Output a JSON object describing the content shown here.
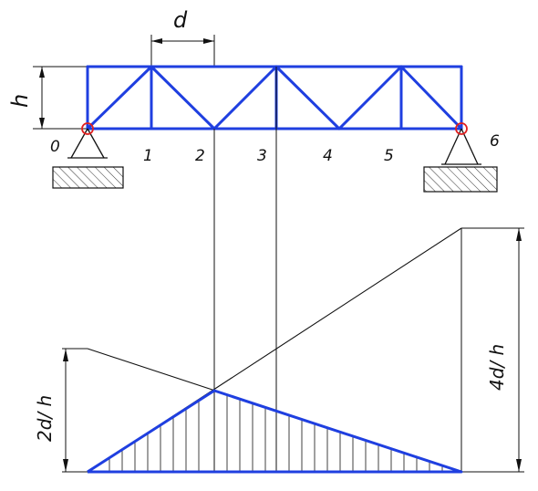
{
  "colors": {
    "truss": "#1f3fe0",
    "hinge": "#e02020",
    "ink": "#111111",
    "ground_fill": "#dddddd"
  },
  "labels": {
    "d": "d",
    "h": "h",
    "left_ordinate": "2d/ h",
    "right_ordinate": "4d/ h"
  },
  "nodes": [
    "0",
    "1",
    "2",
    "3",
    "4",
    "5",
    "6"
  ],
  "icons": {
    "left_support": "pin-support-icon",
    "right_support": "pin-support-icon",
    "left_ground": "hatched-ground-icon",
    "right_ground": "hatched-ground-icon"
  }
}
